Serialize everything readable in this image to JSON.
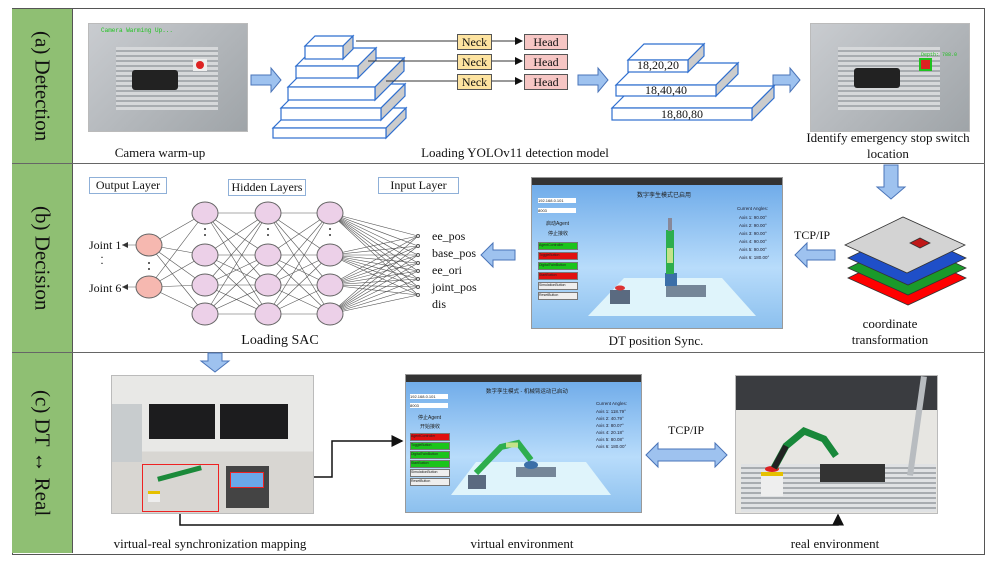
{
  "rows": {
    "detection": "(a) Detection",
    "decision": "(b) Decision",
    "dt_real": "(c) DT ↔ Real"
  },
  "detection": {
    "camera_overlay": "Camera Warming Up...",
    "camera_caption": "Camera warm-up",
    "yolo_caption": "Loading YOLOv11 detection model",
    "neck_labels": [
      "Neck",
      "Neck",
      "Neck"
    ],
    "head_labels": [
      "Head",
      "Head",
      "Head"
    ],
    "feature_maps": [
      "18,20,20",
      "18,40,40",
      "18,80,80"
    ],
    "depth_overlay": "Depth: 788.0",
    "identify_caption_line1": "Identify emergency stop switch",
    "identify_caption_line2": "location"
  },
  "decision": {
    "output_layer": "Output Layer",
    "hidden_layers": "Hidden Layers",
    "input_layer": "Input Layer",
    "outputs": [
      "Joint 1",
      "Joint 6"
    ],
    "inputs": [
      "ee_pos",
      "base_pos",
      "ee_ori",
      "joint_pos",
      "dis"
    ],
    "sac_caption": "Loading SAC",
    "dt_caption": "DT position Sync.",
    "tcp_label": "TCP/IP",
    "coord_caption_line1": "coordinate",
    "coord_caption_line2": "transformation",
    "dt_ui": {
      "title": "数字孪生模式已启用",
      "ip": "192.168.0.101",
      "port": "8003",
      "start_agent": "启动Agent",
      "stop": "停止接收",
      "angles_title": "Current Angles:",
      "angles": [
        "Axis 1: 90.00°",
        "Axis 2: 90.00°",
        "Axis 3: 90.00°",
        "Axis 4: 90.00°",
        "Axis 5: 90.00°",
        "Axis 6: 180.00°"
      ],
      "buttons": [
        "AgentController",
        "ToggleButton",
        "DigitalTwinButton",
        "StartButton",
        "SimulationButton",
        "ResetButton"
      ]
    }
  },
  "dt_real": {
    "sync_caption": "virtual-real synchronization mapping",
    "virtual_caption": "virtual environment",
    "real_caption": "real environment",
    "tcp_label": "TCP/IP",
    "virtual_ui": {
      "title": "数字孪生模式 - 机械臂运动已启动",
      "ip": "192.168.0.101",
      "port": "8003",
      "stop_agent": "停止Agent",
      "start": "开始接收",
      "angles_title": "Current Angles:",
      "angles": [
        "Axis 1: 118.79°",
        "Axis 2: 40.79°",
        "Axis 3: 80.07°",
        "Axis 4: 20.18°",
        "Axis 5: 80.08°",
        "Axis 6: 180.00°"
      ],
      "buttons": [
        "AgentController",
        "ToggleButton",
        "DigitalTwinButton",
        "StartButton",
        "SimulationButton",
        "ResetButton"
      ]
    }
  },
  "colors": {
    "row_label_bg": "#8fbf73",
    "arrow_fill": "#9ec2ef",
    "arrow_stroke": "#4a74b8",
    "pyramid_stroke": "#2f6fcf",
    "neck_fill": "#fde3a0",
    "head_fill": "#f6c6c4"
  }
}
